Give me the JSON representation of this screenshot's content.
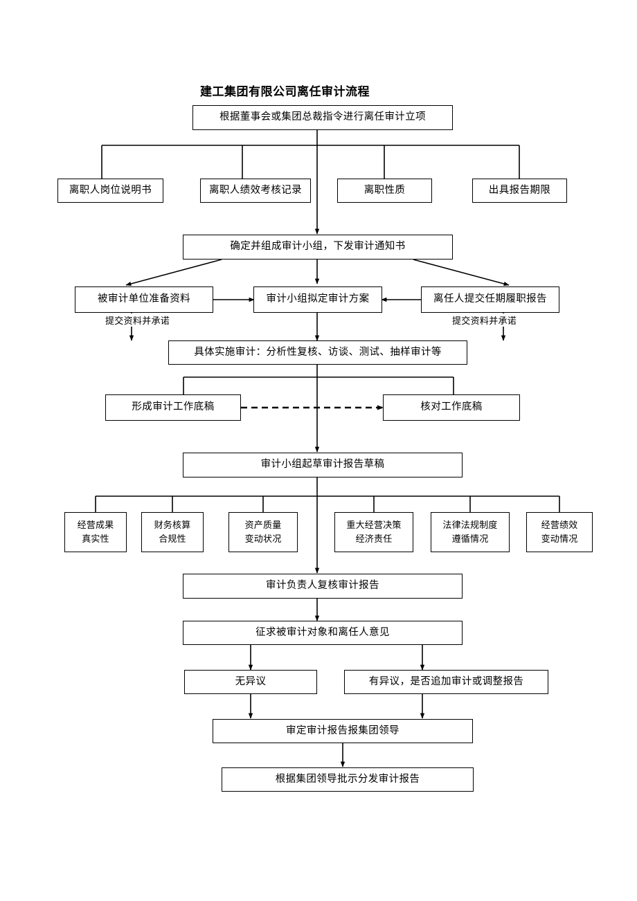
{
  "document": {
    "title": "建工集团有限公司离任审计流程",
    "type": "flowchart"
  },
  "chart_data": {
    "type": "diagram",
    "title": "建工集团有限公司离任审计流程",
    "orientation": "top-to-bottom"
  },
  "nodes": {
    "start": "根据董事会或集团总裁指令进行离任审计立项",
    "input1": "离职人岗位说明书",
    "input2": "离职人绩效考核记录",
    "input3": "离职性质",
    "input4": "出具报告期限",
    "form_team": "确定并组成审计小组，下发审计通知书",
    "unit_prepare": "被审计单位准备资料",
    "team_plan": "审计小组拟定审计方案",
    "leaver_report": "离任人提交任期履职报告",
    "implement": "具体实施审计：分析性复核、访谈、测试、抽样审计等",
    "draft_papers": "形成审计工作底稿",
    "check_papers": "核对工作底稿",
    "draft_report": "审计小组起草审计报告草稿",
    "aspect1_l1": "经营成果",
    "aspect1_l2": "真实性",
    "aspect2_l1": "财务核算",
    "aspect2_l2": "合规性",
    "aspect3_l1": "资产质量",
    "aspect3_l2": "变动状况",
    "aspect4_l1": "重大经营决策",
    "aspect4_l2": "经济责任",
    "aspect5_l1": "法律法规制度",
    "aspect5_l2": "遵循情况",
    "aspect6_l1": "经营绩效",
    "aspect6_l2": "变动情况",
    "review_report": "审计负责人复核审计报告",
    "solicit_opinion": "征求被审计对象和离任人意见",
    "no_objection": "无异议",
    "has_objection": "有异议，是否追加审计或调整报告",
    "finalize": "审定审计报告报集团领导",
    "distribute": "根据集团领导批示分发审计报告"
  },
  "edge_labels": {
    "commit_left": "提交资料并承诺",
    "commit_right": "提交资料并承诺"
  },
  "colors": {
    "line": "#000000",
    "box_border": "#000000",
    "background": "#ffffff",
    "text": "#000000"
  }
}
